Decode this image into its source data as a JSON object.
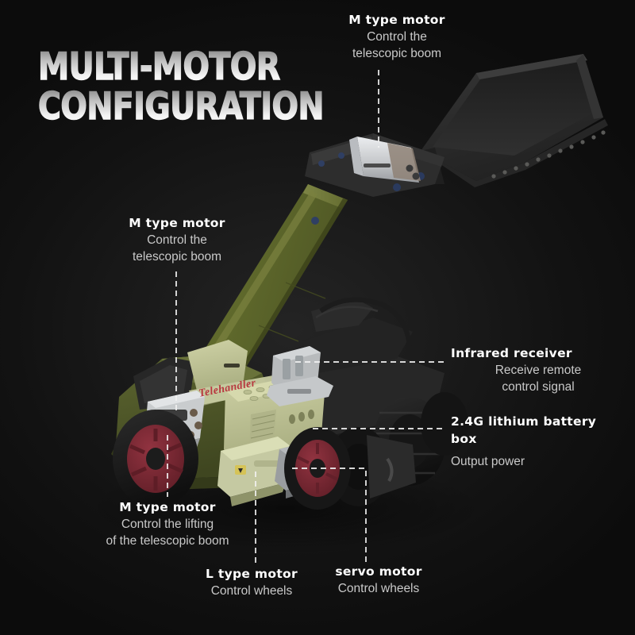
{
  "page": {
    "background_color": "#101010",
    "accent_text_color": "#ffffff",
    "body_text_color": "#c9c9c9"
  },
  "title": {
    "line1": "MULTI-MOTOR",
    "line2": "CONFIGURATION"
  },
  "callouts": [
    {
      "id": "top-boom-motor",
      "heading": "M type motor",
      "body": "Control the\ntelescopic boom"
    },
    {
      "id": "mid-left-boom-motor",
      "heading": "M type motor",
      "body": "Control the\ntelescopic boom"
    },
    {
      "id": "infrared-receiver",
      "heading": "Infrared receiver",
      "body": "Receive remote\ncontrol signal"
    },
    {
      "id": "battery-box",
      "heading": "2.4G lithium\nbattery box",
      "body": "Output power"
    },
    {
      "id": "lift-motor",
      "heading": "M type motor",
      "body": "Control the lifting\nof the telescopic boom"
    },
    {
      "id": "l-type-motor",
      "heading": "L type motor",
      "body": "Control wheels"
    },
    {
      "id": "servo-motor",
      "heading": "servo motor",
      "body": "Control wheels"
    }
  ],
  "model": {
    "name": "telehandler-loader",
    "decal_text": "Telehandler",
    "colors": {
      "boom_green": "#5c6429",
      "boom_green_light": "#79803f",
      "body_green": "#4e5526",
      "body_green_pale": "#c3c79a",
      "bucket_dark": "#2a2a2a",
      "tire_black": "#1b1b1b",
      "hub_red": "#7b2732",
      "motor_white": "#d9dadc",
      "decal_red": "#b8303a"
    }
  }
}
